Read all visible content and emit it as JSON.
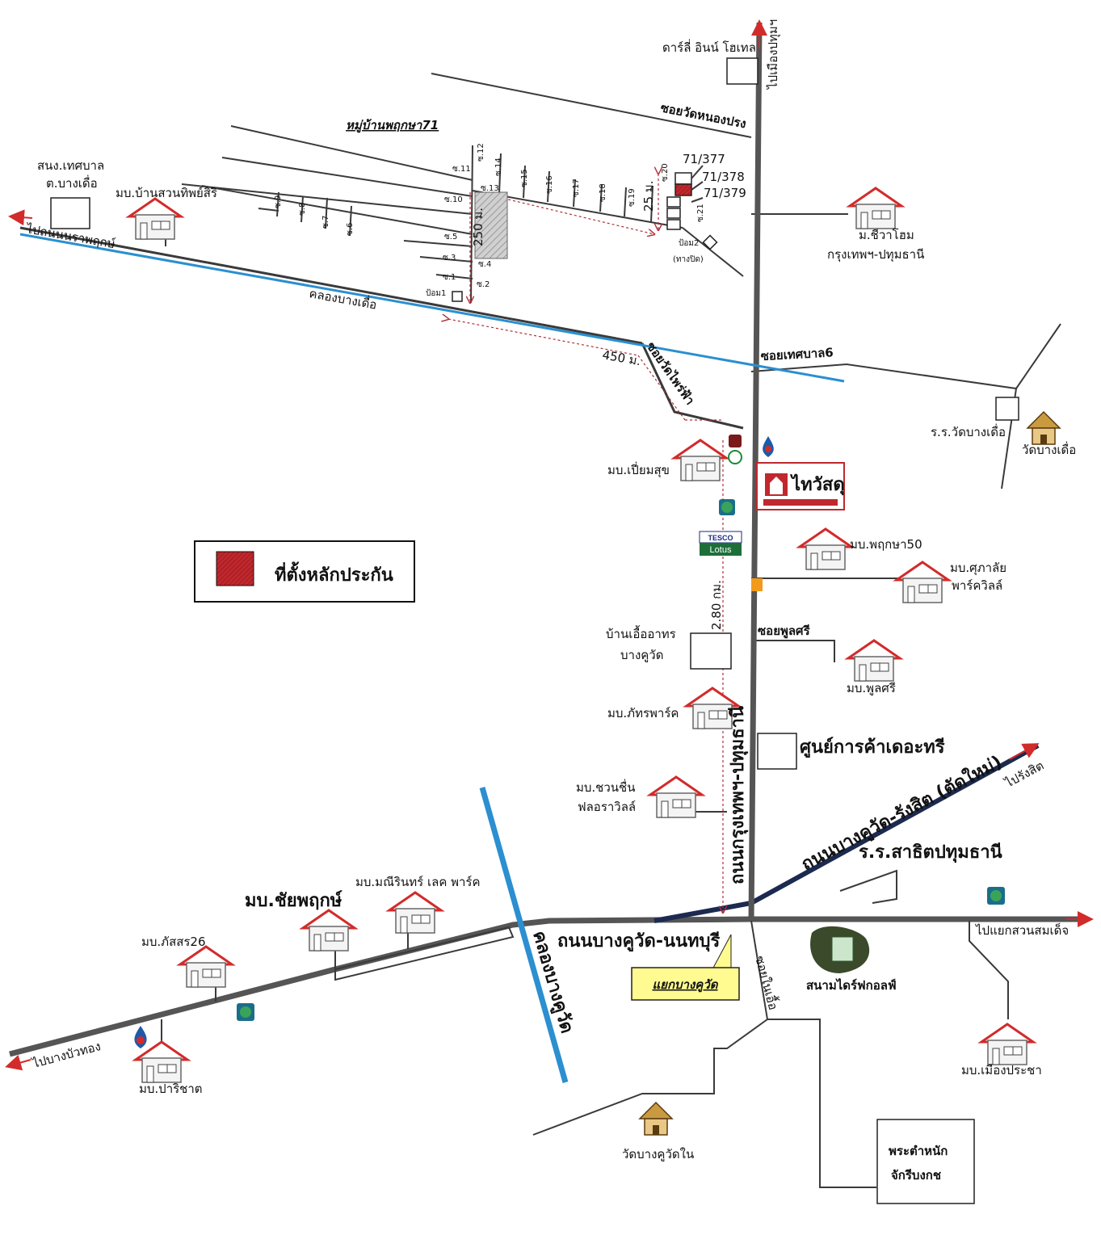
{
  "title": "หมู่บ้านพฤกษา71",
  "legend": {
    "label": "ที่ตั้งหลักประกัน",
    "color": "#c0282d"
  },
  "places": {
    "darley": "ดาร์ลี่ อินน์ โฮเทล",
    "to_muang_pathum": "ไปเมืองปทุมฯ",
    "soi_wat_nong_prong": "ซอยวัดหนองปรง",
    "sanong_tessaban": "สนง.เทศบาล",
    "tambon_bang_khuea": "ต.บางเดื่อ",
    "mb_suan_thip": "มบ.บ้านสวนทิพย์สิริ",
    "to_nakhon_prueksa": "ไปถนนนราพฤกษ์",
    "canal_bang_khuea": "คลองบางเดื่อ",
    "m_chewa_home": "ม.ชีวาโฮม",
    "m_chewa_home_2": "กรุงเทพฯ-ปทุมธานี",
    "soi_tessaban6": "ซอยเทศบาล6",
    "soi_wat_phrai_fa": "ซอยวัดไพร่ฟ้า",
    "rr_wat_bang_khuea": "ร.ร.วัดบางเดื่อ",
    "wat_bang_khuea": "วัดบางเดื่อ",
    "mb_piam_suk": "มบ.เปี่ยมสุข",
    "thai_watsadu": "ไทวัสดุ",
    "tesco": "TESCO",
    "lotus": "Lotus",
    "mb_prueksa50": "มบ.พฤกษา50",
    "mb_supalai": "มบ.ศุภาลัย",
    "mb_supalai_2": "พาร์ควิลล์",
    "ban_uea_athorn": "บ้านเอื้ออาทร",
    "ban_uea_athorn_2": "บางคูวัด",
    "soi_phunsri": "ซอยพูลศรี",
    "mb_phunsri": "มบ.พูลศรี",
    "mb_phattra": "มบ.ภัทรพาร์ค",
    "the_tree": "ศูนย์การค้าเดอะทรี",
    "mb_chuanchuen": "มบ.ชวนชื่น",
    "mb_chuanchuen_2": "ฟลอราวิลล์",
    "road_bkk_pathum": "ถนนกรุงเทพฯ-ปทุมธานี",
    "road_rangsit": "ถนนบางคูวัด-รังสิต (ตัดใหม่)",
    "to_rangsit": "ไปรังสิต",
    "rr_sathit": "ร.ร.สาธิตปทุมธานี",
    "to_suan_somdet": "ไปแยกสวนสมเด็จ",
    "road_nonthaburi": "ถนนบางคูวัด-นนทบุรี",
    "yaek_bang_khu_wat": "แยกบางคูวัด",
    "soi_nai": "ซอยในเอื้อ",
    "golf": "สนามไดร์ฟกอลฟ์",
    "mb_mueang_pracha": "มบ.เมืองประชา",
    "canal_bang_khu_wat": "คลองบางคูวัด",
    "mb_chai_prueksa": "มบ.ชัยพฤกษ์",
    "mb_manee": "มบ.มณีรินทร์ เลค พาร์ค",
    "mb_phatsorn": "มบ.ภัสสร26",
    "to_bang_bua_thong": "ไปบางบัวทอง",
    "mb_parichat": "มบ.ปาริชาต",
    "wat_bang_khu_wat_nai": "วัดบางคูวัดใน",
    "palace": "พระตำหนัก",
    "palace_2": "จักรีบงกช"
  },
  "lots": {
    "a": "71/377",
    "b": "71/378",
    "c": "71/379"
  },
  "pumps": {
    "p1": "ป้อม1",
    "p2": "ป้อม2",
    "p2_note": "(ทางปิด)"
  },
  "sois": [
    "ซ.1",
    "ซ.2",
    "ซ.3",
    "ซ.4",
    "ซ.5",
    "ซ.6",
    "ซ.7",
    "ซ.8",
    "ซ.9",
    "ซ.10",
    "ซ.11",
    "ซ.12",
    "ซ.13",
    "ซ.14",
    "ซ.15",
    "ซ.16",
    "ซ.17",
    "ซ.18",
    "ซ.19",
    "ซ.20",
    "ซ.21"
  ],
  "distances": {
    "d450": "450 ม.",
    "d250": "250 ม.",
    "d25": "25 ม.",
    "d280": "2.80 กม."
  }
}
